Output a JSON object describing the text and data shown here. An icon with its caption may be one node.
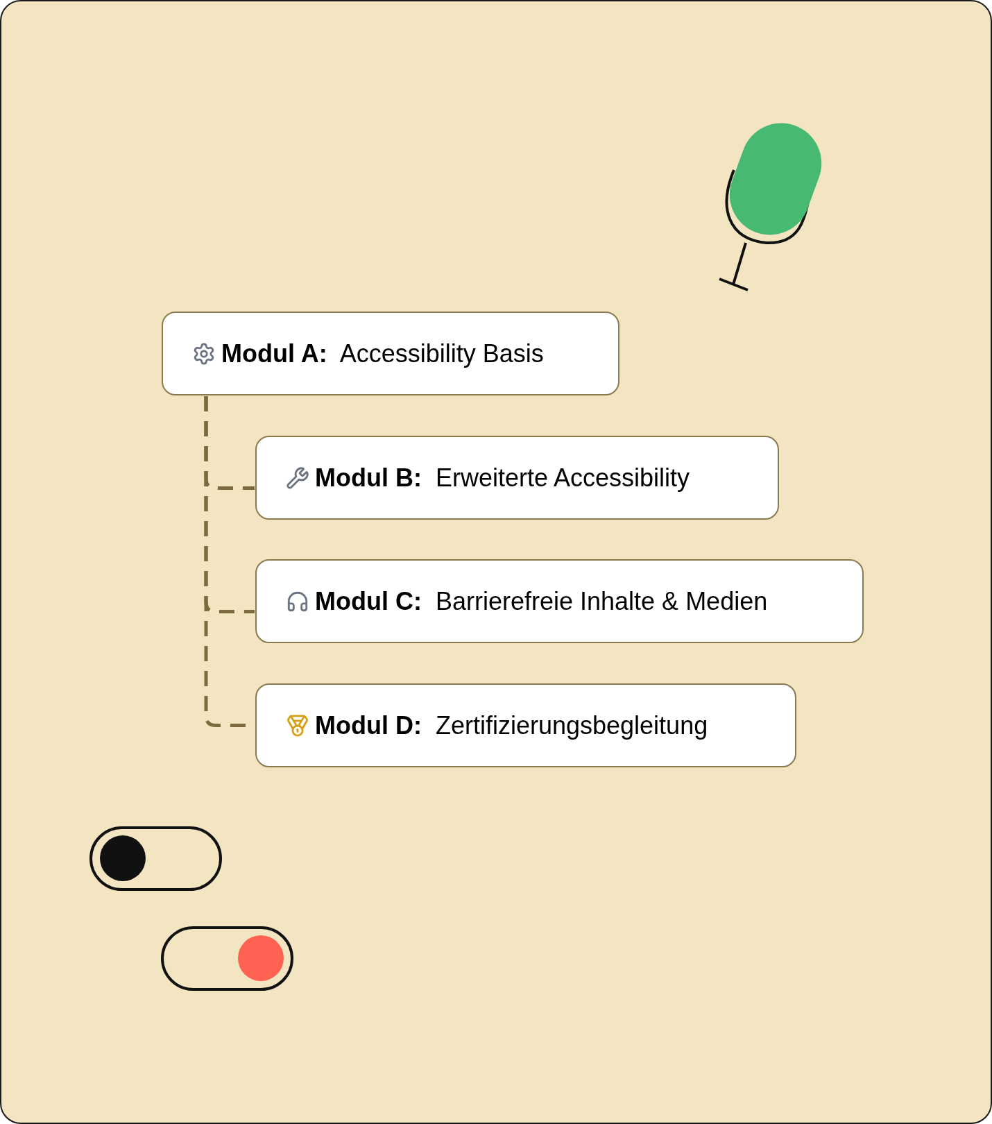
{
  "diagram": {
    "nodes": [
      {
        "text": [
          "**Modul A:**  Accessibility Basis"
        ]
      },
      {
        "text": [
          "**Modul B:**  Erweiterte Accessibility"
        ]
      },
      {
        "text": [
          "**Modul C:**  Barrierefreie Inhalte & Medien"
        ]
      },
      {
        "text": [
          "**Modul D:**  Zertifizierungsbegleitung"
        ]
      }
    ],
    "edges": [
      {
        "from": 0,
        "to": 1,
        "arrow": "none",
        "style": "dashed"
      },
      {
        "from": 0,
        "to": 2,
        "arrow": "none",
        "style": "dashed"
      },
      {
        "from": 0,
        "to": 3,
        "arrow": "none",
        "style": "dashed"
      }
    ]
  }
}
